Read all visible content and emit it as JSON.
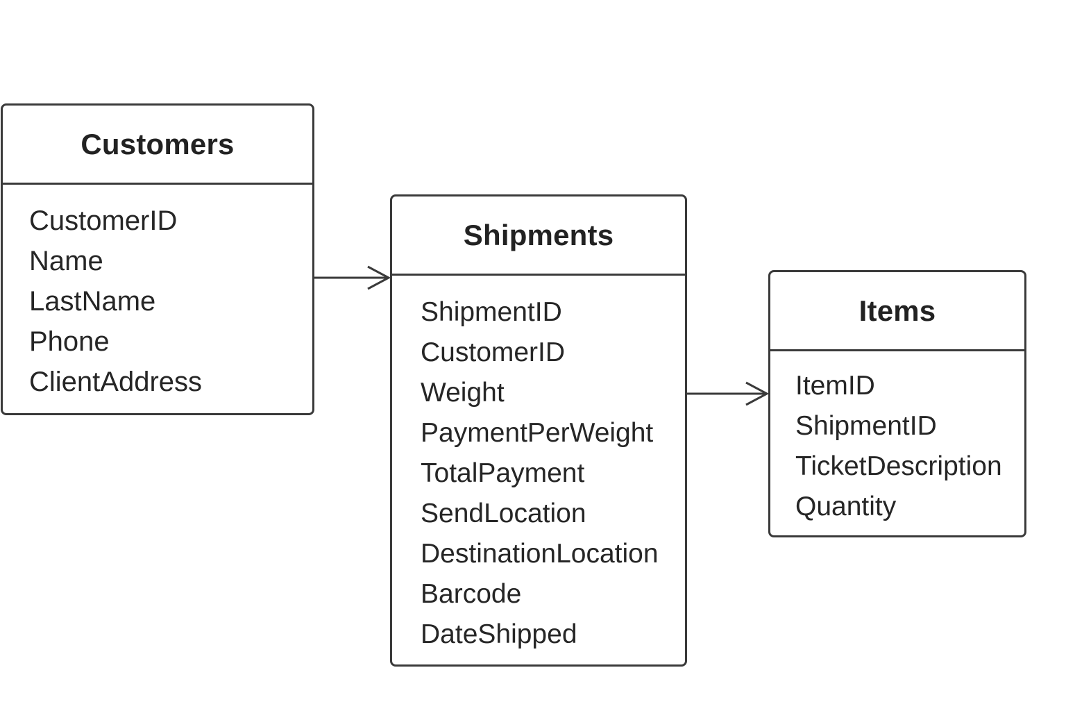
{
  "colors": {
    "background": "#ffffff",
    "stroke": "#3a3a3a",
    "text": "#262626"
  },
  "entities": {
    "customers": {
      "title": "Customers",
      "fields": [
        "CustomerID",
        "Name",
        "LastName",
        "Phone",
        "ClientAddress"
      ]
    },
    "shipments": {
      "title": "Shipments",
      "fields": [
        "ShipmentID",
        "CustomerID",
        "Weight",
        "PaymentPerWeight",
        "TotalPayment",
        "SendLocation",
        "DestinationLocation",
        "Barcode",
        "DateShipped"
      ]
    },
    "items": {
      "title": "Items",
      "fields": [
        "ItemID",
        "ShipmentID",
        "TicketDescription",
        "Quantity"
      ]
    }
  },
  "relationships": [
    {
      "from": "Customers",
      "to": "Shipments"
    },
    {
      "from": "Shipments",
      "to": "Items"
    }
  ]
}
